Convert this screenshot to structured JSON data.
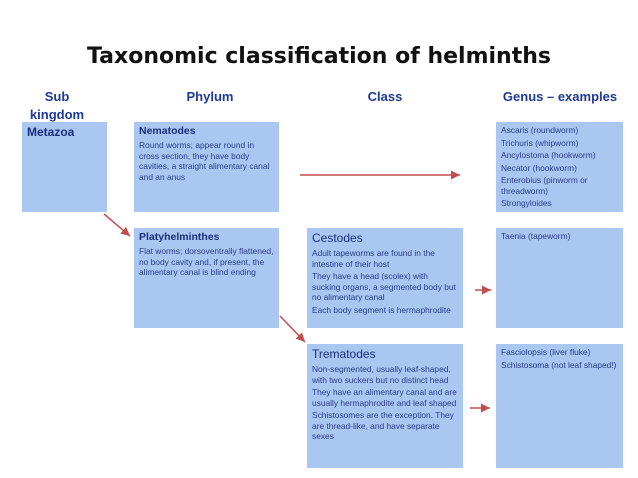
{
  "title": "Taxonomic classification of helminths",
  "headers": {
    "subkingdom": "Sub\nkingdom",
    "phylum": "Phylum",
    "class": "Class",
    "genus": "Genus – examples"
  },
  "subkingdom": {
    "label": "Metazoa"
  },
  "phyla": [
    {
      "name": "Nematodes",
      "desc": [
        "Round worms; appear round in cross section, they have body cavities, a straight alimentary canal and an anus"
      ]
    },
    {
      "name": "Platyhelminthes",
      "desc": [
        "Flat worms; dorsoventrally flattened, no body cavity and, if present, the alimentary canal is blind ending"
      ]
    }
  ],
  "classes": [
    {
      "name": "Cestodes",
      "desc": [
        "Adult tapeworms are found in the intestine of their host",
        "They have a head (scolex) with sucking organs, a segmented body but no alimentary canal",
        "Each body segment is hermaphrodite"
      ]
    },
    {
      "name": "Trematodes",
      "desc": [
        "Non-segmented, usually leaf-shaped, with two suckers but no distinct head",
        "They have an alimentary canal and are usually hermaphrodite and leaf shaped",
        "Schistosomes are the exception. They are thread-like, and have separate sexes"
      ]
    }
  ],
  "genera": [
    {
      "items": [
        "Ascaris (roundworm)",
        "Trichuris (whipworm)",
        "Ancylostoma (hookworm)",
        "Necator (hookworm)",
        "Enterobius (pinworm or threadworm)",
        "Strongyloides"
      ]
    },
    {
      "items": [
        "Taenia (tapeworm)"
      ]
    },
    {
      "items": [
        "Fasciolopsis (liver fluke)",
        "Schistosoma (not leaf shaped!)"
      ]
    }
  ],
  "colors": {
    "box": "#a9c7f0",
    "header": "#1f3a93",
    "arrow": "#c0504d"
  }
}
